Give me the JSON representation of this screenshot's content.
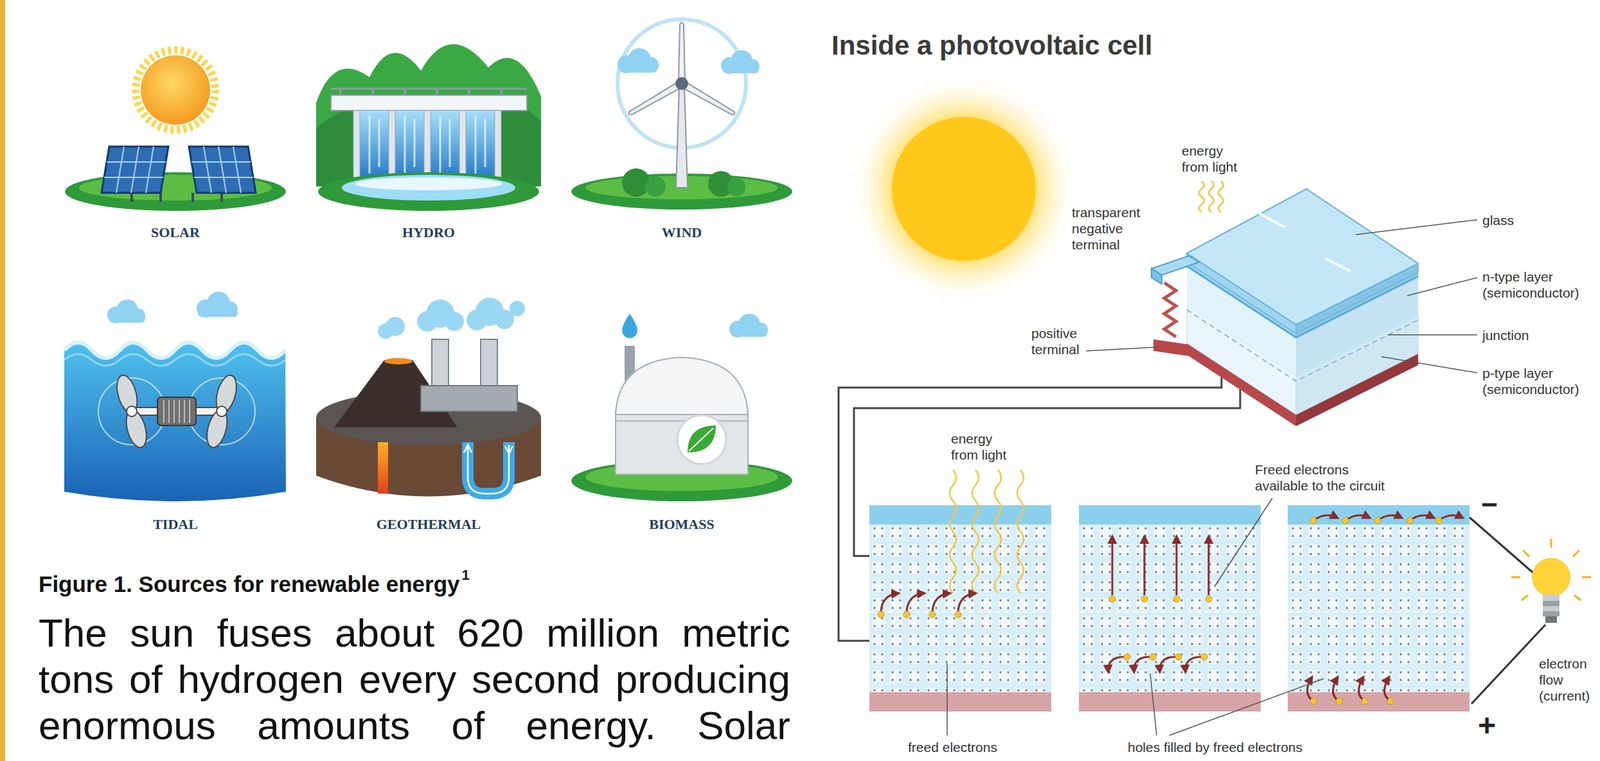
{
  "diagram": {
    "title": "Inside a photovoltaic cell",
    "caption": "Figure 1. Sources for renewable energy",
    "labels": [
      "SOLAR",
      "HYDRO",
      "WIND",
      "TIDAL",
      "GEOTHERMAL",
      "BIOMASS",
      "1",
      "The sun fuses about 620 million metric tons of hydrogen every second producing enormous amounts of energy. Solar",
      "energy from light",
      "transparent negative terminal",
      "positive terminal",
      "glass",
      "n-type layer (semiconductor)",
      "junction",
      "p-type layer (semiconductor)",
      "energy from light",
      "Freed electrons available to the circuit",
      "freed electrons",
      "holes filled by freed electrons",
      "−",
      "+",
      "electron flow (current)"
    ]
  }
}
